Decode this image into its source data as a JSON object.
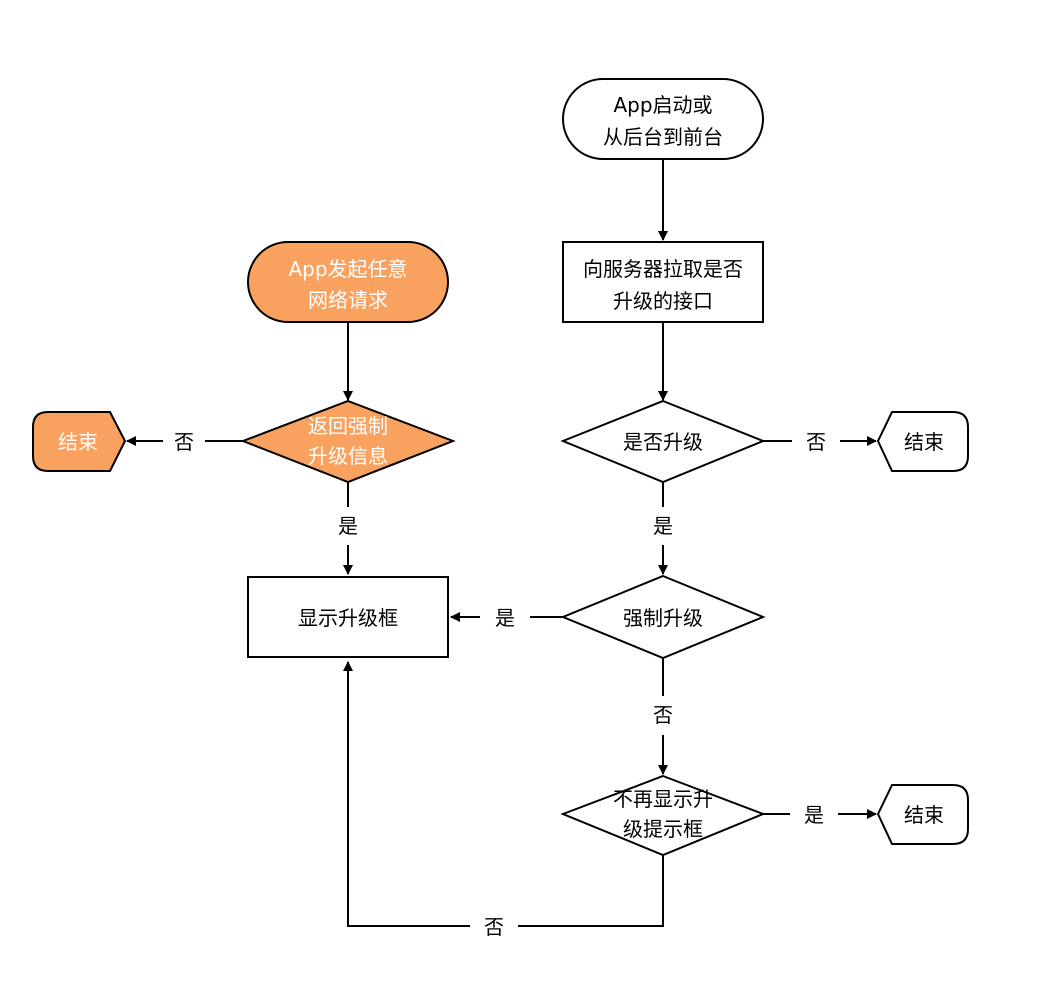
{
  "colors": {
    "accent": "#F9A15F",
    "stroke": "#000000",
    "fill": "#FFFFFF"
  },
  "nodes": {
    "start_app": {
      "line1": "App启动或",
      "line2": "从后台到前台"
    },
    "fetch_api": {
      "line1": "向服务器拉取是否",
      "line2": "升级的接口"
    },
    "decision_upgrade": {
      "line1": "是否升级"
    },
    "end_right_top": {
      "line1": "结束"
    },
    "decision_force": {
      "line1": "强制升级"
    },
    "decision_no_show": {
      "line1": "不再显示升",
      "line2": "级提示框"
    },
    "end_right_bottom": {
      "line1": "结束"
    },
    "app_request": {
      "line1": "App发起任意",
      "line2": "网络请求"
    },
    "decision_return_force": {
      "line1": "返回强制",
      "line2": "升级信息"
    },
    "end_left": {
      "line1": "结束"
    },
    "show_dialog": {
      "line1": "显示升级框"
    }
  },
  "edge_labels": {
    "upgrade_no": "否",
    "upgrade_yes": "是",
    "force_yes": "是",
    "force_no": "否",
    "no_show_yes": "是",
    "no_show_no": "否",
    "return_no": "否",
    "return_yes": "是"
  }
}
